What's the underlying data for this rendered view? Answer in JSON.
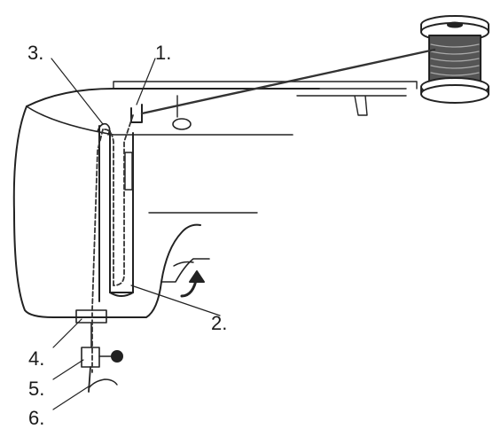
{
  "labels": {
    "l1": "1.",
    "l2": "2.",
    "l3": "3.",
    "l4": "4.",
    "l5": "5.",
    "l6": "6."
  },
  "colors": {
    "line": "#222222",
    "thread": "#333333",
    "background": "#ffffff"
  }
}
